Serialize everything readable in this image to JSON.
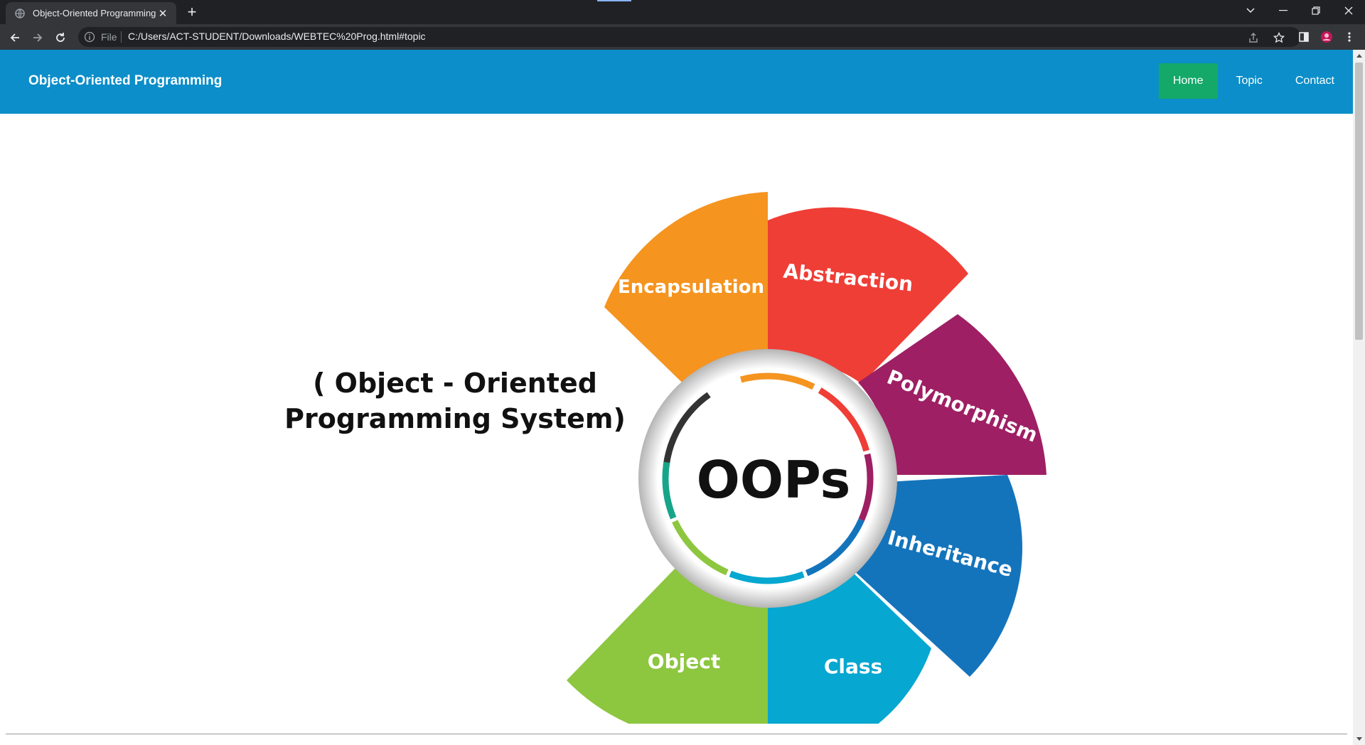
{
  "browser": {
    "tab": {
      "title": "Object-Oriented Programming",
      "favicon": "globe-icon"
    },
    "address": {
      "scheme_label": "File",
      "url": "C:/Users/ACT-STUDENT/Downloads/WEBTEC%20Prog.html#topic"
    }
  },
  "site": {
    "brand": "Object-Oriented Programming",
    "nav": [
      {
        "label": "Home",
        "active": true
      },
      {
        "label": "Topic",
        "active": false
      },
      {
        "label": "Contact",
        "active": false
      }
    ],
    "colors": {
      "header": "#0b8ec9",
      "active_nav": "#14a869"
    }
  },
  "hero_image": {
    "center_text": "OOPs",
    "side_text": [
      "( Object - Oriented",
      "Programming System)"
    ],
    "segments": [
      {
        "label": "Encapsulation",
        "color": "#f5941f"
      },
      {
        "label": "Abstraction",
        "color": "#ef3e36"
      },
      {
        "label": "Polymorphism",
        "color": "#9e1f63"
      },
      {
        "label": "Inheritance",
        "color": "#1474bb"
      },
      {
        "label": "Class",
        "color": "#06a7d0"
      },
      {
        "label": "Object",
        "color": "#8dc63f"
      }
    ]
  }
}
